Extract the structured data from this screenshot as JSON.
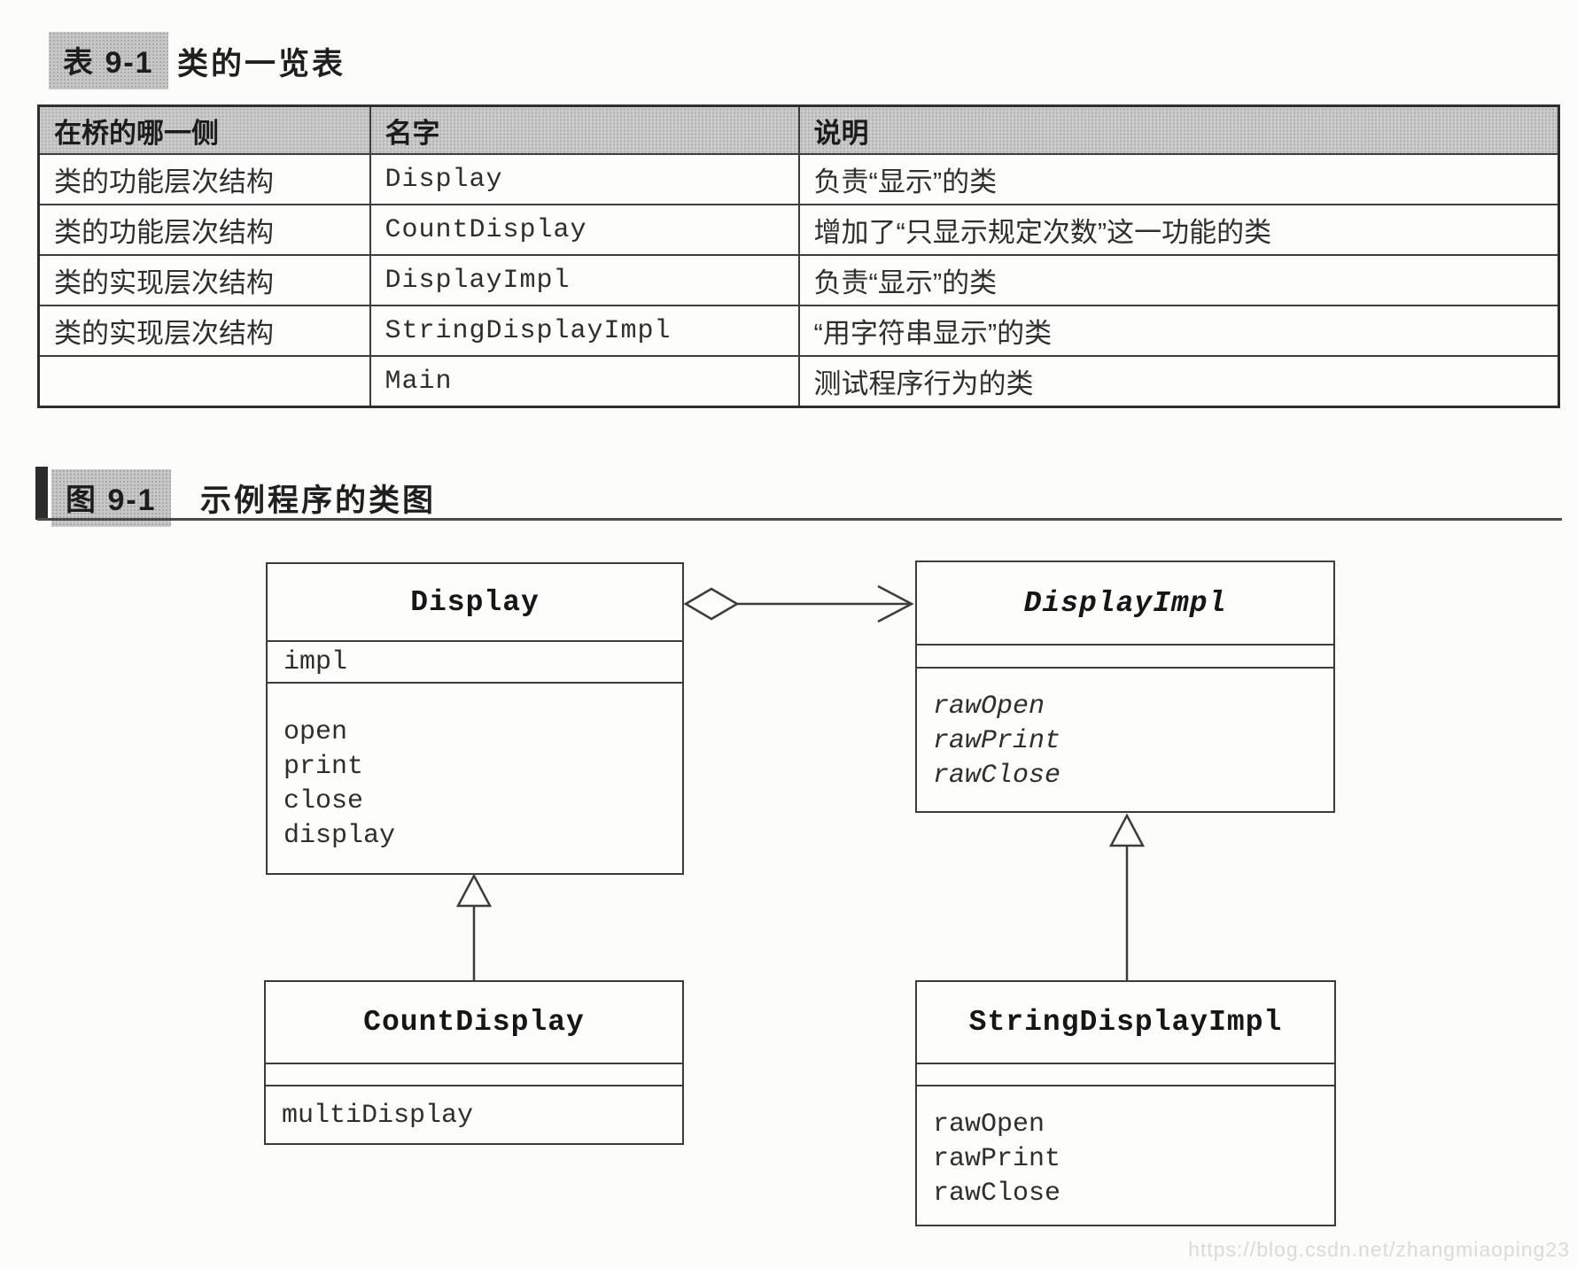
{
  "colors": {
    "paper": "#fcfcfb",
    "header_gray": "#cbcbcb",
    "line_dark": "#3c3c3c"
  },
  "table_section": {
    "badge": "表 9-1",
    "title": "类的一览表",
    "columns": {
      "side": "在桥的哪一侧",
      "name": "名字",
      "description": "说明"
    },
    "rows": [
      {
        "side": "类的功能层次结构",
        "name": "Display",
        "description": "负责“显示”的类"
      },
      {
        "side": "类的功能层次结构",
        "name": "CountDisplay",
        "description": "增加了“只显示规定次数”这一功能的类"
      },
      {
        "side": "类的实现层次结构",
        "name": "DisplayImpl",
        "description": "负责“显示”的类"
      },
      {
        "side": "类的实现层次结构",
        "name": "StringDisplayImpl",
        "description": "“用字符串显示”的类"
      },
      {
        "side": "",
        "name": "Main",
        "description": "测试程序行为的类"
      }
    ]
  },
  "diagram_section": {
    "badge": "图 9-1",
    "title": "示例程序的类图",
    "classes": {
      "display": {
        "name": "Display",
        "attributes": [
          "impl"
        ],
        "methods": [
          "open",
          "print",
          "close",
          "display"
        ]
      },
      "display_impl": {
        "name": "DisplayImpl",
        "abstract": true,
        "attributes": [],
        "methods": [
          "rawOpen",
          "rawPrint",
          "rawClose"
        ]
      },
      "count_display": {
        "name": "CountDisplay",
        "attributes": [],
        "methods": [
          "multiDisplay"
        ]
      },
      "string_display_impl": {
        "name": "StringDisplayImpl",
        "attributes": [],
        "methods": [
          "rawOpen",
          "rawPrint",
          "rawClose"
        ]
      }
    },
    "relations": [
      {
        "type": "aggregation",
        "from": "Display",
        "to": "DisplayImpl"
      },
      {
        "type": "generalization",
        "from": "CountDisplay",
        "to": "Display"
      },
      {
        "type": "generalization",
        "from": "StringDisplayImpl",
        "to": "DisplayImpl"
      }
    ]
  },
  "watermark": "https://blog.csdn.net/zhangmiaoping23"
}
